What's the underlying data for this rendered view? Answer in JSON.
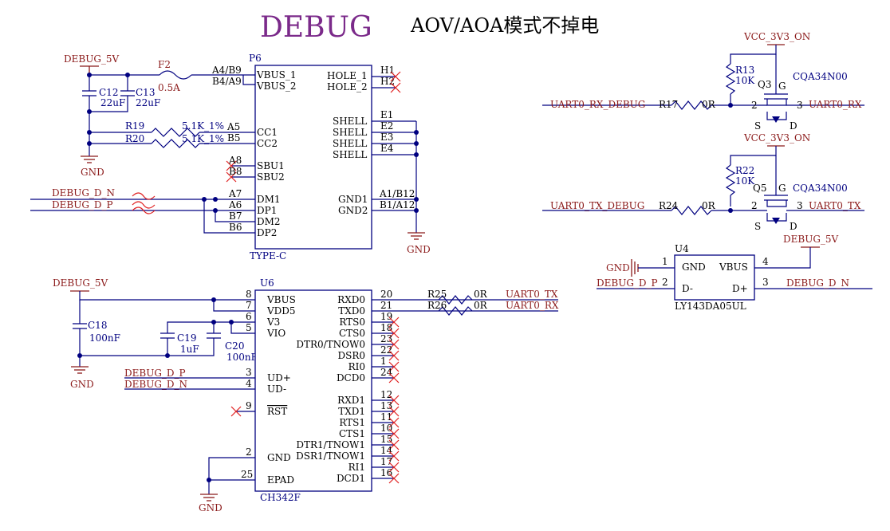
{
  "title": "DEBUG",
  "subtitle": "AOV/AOA模式不掉电",
  "nets": {
    "debug_5v": "DEBUG_5V",
    "vcc_3v3": "VCC_3V3_ON",
    "gnd": "GND",
    "debug_dn": "DEBUG_D_N",
    "debug_dp": "DEBUG_D_P",
    "uart0_rx": "UART0_RX",
    "uart0_tx": "UART0_TX",
    "uart0_rx_debug": "UART0_RX_DEBUG",
    "uart0_tx_debug": "UART0_TX_DEBUG"
  },
  "p6": {
    "ref": "P6",
    "value": "TYPE-C",
    "pins_left": [
      "VBUS_1",
      "VBUS_2",
      "CC1",
      "CC2",
      "SBU1",
      "SBU2",
      "DM1",
      "DP1",
      "DM2",
      "DP2"
    ],
    "pins_right": [
      "HOLE_1",
      "HOLE_2",
      "SHELL",
      "SHELL",
      "SHELL",
      "SHELL",
      "GND1",
      "GND2"
    ],
    "nums_left": [
      "A4/B9",
      "B4/A9",
      "A5",
      "B5",
      "A8",
      "B8",
      "A7",
      "A6",
      "B7",
      "B6"
    ],
    "nums_right": [
      "H1",
      "H2",
      "E1",
      "E2",
      "E3",
      "E4",
      "A1/B12",
      "B1/A12"
    ]
  },
  "u6": {
    "ref": "U6",
    "value": "CH342F",
    "pins_left": [
      "VBUS",
      "VDD5",
      "V3",
      "VIO",
      "UD+",
      "UD-",
      "RST",
      "GND",
      "EPAD"
    ],
    "nums_left": [
      "8",
      "7",
      "6",
      "5",
      "3",
      "4",
      "9",
      "2",
      "25"
    ],
    "pins_right": [
      "RXD0",
      "TXD0",
      "RTS0",
      "CTS0",
      "DTR0/TNOW0",
      "DSR0",
      "RI0",
      "DCD0",
      "RXD1",
      "TXD1",
      "RTS1",
      "CTS1",
      "DTR1/TNOW1",
      "DSR1/TNOW1",
      "RI1",
      "DCD1"
    ],
    "nums_right": [
      "20",
      "21",
      "19",
      "18",
      "23",
      "22",
      "1",
      "24",
      "12",
      "13",
      "11",
      "10",
      "15",
      "14",
      "17",
      "16"
    ]
  },
  "u4": {
    "ref": "U4",
    "value": "LY143DA05UL",
    "pin_gnd": "GND",
    "pin_vbus": "VBUS",
    "pin_dm": "D-",
    "pin_dp": "D+",
    "num1": "1",
    "num2": "2",
    "num3": "3",
    "num4": "4"
  },
  "f2": {
    "ref": "F2",
    "value": "0.5A"
  },
  "c12": {
    "ref": "C12",
    "value": "22uF"
  },
  "c13": {
    "ref": "C13",
    "value": "22uF"
  },
  "c18": {
    "ref": "C18",
    "value": "100nF"
  },
  "c19": {
    "ref": "C19",
    "value": "1uF"
  },
  "c20": {
    "ref": "C20",
    "value": "100nF"
  },
  "r19": {
    "ref": "R19",
    "value": "5.1K_1%"
  },
  "r20": {
    "ref": "R20",
    "value": "5.1K_1%"
  },
  "r13": {
    "ref": "R13",
    "value": "10K"
  },
  "r22": {
    "ref": "R22",
    "value": "10K"
  },
  "r17": {
    "ref": "R17",
    "value": "0R"
  },
  "r24": {
    "ref": "R24",
    "value": "0R"
  },
  "r25": {
    "ref": "R25",
    "value": "0R"
  },
  "r26": {
    "ref": "R26",
    "value": "0R"
  },
  "q3": {
    "ref": "Q3",
    "value": "CQA34N00",
    "g": "G",
    "s": "S",
    "d": "D",
    "n2": "2",
    "n3": "3"
  },
  "q5": {
    "ref": "Q5",
    "value": "CQA34N00",
    "g": "G",
    "s": "S",
    "d": "D",
    "n2": "2",
    "n3": "3"
  },
  "colors": {
    "wire": "#000080",
    "net": "#8b1a1a",
    "title": "#7b2a8a",
    "noconnect": "#e02020"
  }
}
